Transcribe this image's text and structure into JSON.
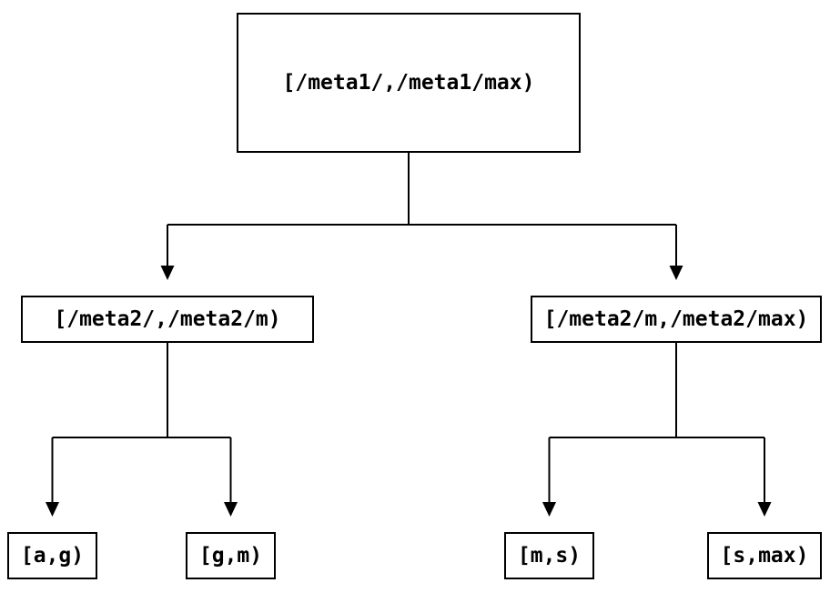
{
  "diagram": {
    "type": "binary-interval-tree",
    "background_color": "#ffffff",
    "line_color": "#000000",
    "text_color": "#000000",
    "nodes": {
      "root": {
        "label": "[/meta1/,/meta1/max)"
      },
      "meta2_left": {
        "label": "[/meta2/,/meta2/m)"
      },
      "meta2_right": {
        "label": "[/meta2/m,/meta2/max)"
      },
      "leaf_ag": {
        "label": "[a,g)"
      },
      "leaf_gm": {
        "label": "[g,m)"
      },
      "leaf_ms": {
        "label": "[m,s)"
      },
      "leaf_smax": {
        "label": "[s,max)"
      }
    },
    "edges": [
      {
        "from": "root",
        "to": "meta2_left"
      },
      {
        "from": "root",
        "to": "meta2_right"
      },
      {
        "from": "meta2_left",
        "to": "leaf_ag"
      },
      {
        "from": "meta2_left",
        "to": "leaf_gm"
      },
      {
        "from": "meta2_right",
        "to": "leaf_ms"
      },
      {
        "from": "meta2_right",
        "to": "leaf_smax"
      }
    ]
  }
}
